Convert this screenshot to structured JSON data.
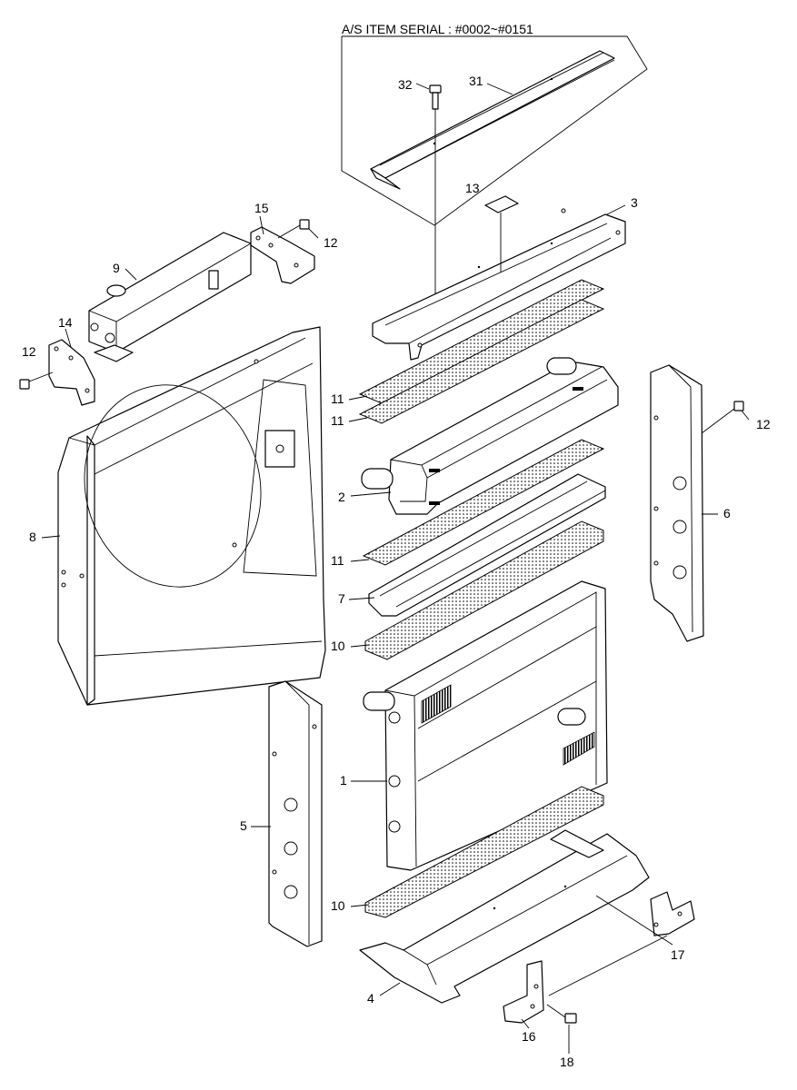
{
  "title": "A/S ITEM SERIAL : #0002~#0151",
  "callouts": [
    {
      "id": "p32",
      "label": "32"
    },
    {
      "id": "p31",
      "label": "31"
    },
    {
      "id": "p13",
      "label": "13"
    },
    {
      "id": "p3",
      "label": "3"
    },
    {
      "id": "p15",
      "label": "15"
    },
    {
      "id": "p12a",
      "label": "12"
    },
    {
      "id": "p9",
      "label": "9"
    },
    {
      "id": "p14",
      "label": "14"
    },
    {
      "id": "p12b",
      "label": "12"
    },
    {
      "id": "p11a",
      "label": "11"
    },
    {
      "id": "p11b",
      "label": "11"
    },
    {
      "id": "p12c",
      "label": "12"
    },
    {
      "id": "p2",
      "label": "2"
    },
    {
      "id": "p8",
      "label": "8"
    },
    {
      "id": "p6",
      "label": "6"
    },
    {
      "id": "p11c",
      "label": "11"
    },
    {
      "id": "p7",
      "label": "7"
    },
    {
      "id": "p10a",
      "label": "10"
    },
    {
      "id": "p1",
      "label": "1"
    },
    {
      "id": "p5",
      "label": "5"
    },
    {
      "id": "p10b",
      "label": "10"
    },
    {
      "id": "p17",
      "label": "17"
    },
    {
      "id": "p4",
      "label": "4"
    },
    {
      "id": "p16",
      "label": "16"
    },
    {
      "id": "p18",
      "label": "18"
    }
  ]
}
